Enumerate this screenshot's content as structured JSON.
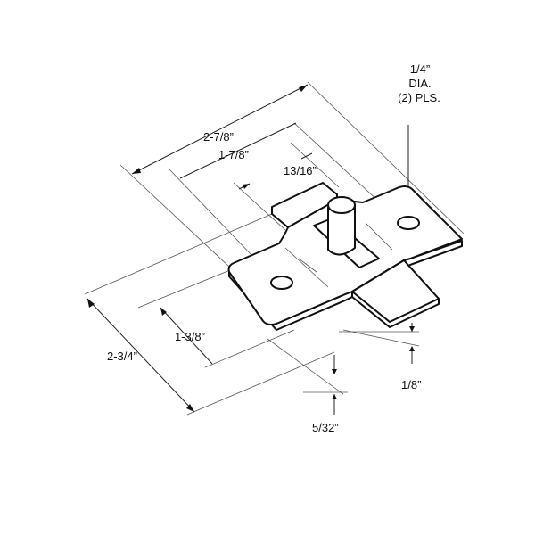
{
  "drawing": {
    "dimensions": {
      "overall_length": "2-7/8”",
      "hole_spacing": "1-7/8”",
      "tab_offset": "13/16”",
      "hole_note_line1": "1/4”",
      "hole_note_line2": "DIA.",
      "hole_note_line3": "(2) PLS.",
      "overall_width": "2-3/4”",
      "inner_width": "1-3/8”",
      "thickness": "1/8”",
      "offset_height": "5/32”"
    }
  }
}
